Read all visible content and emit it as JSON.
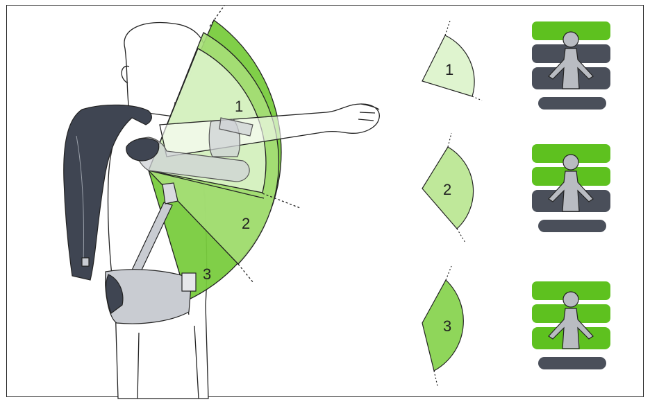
{
  "figure": {
    "zones": [
      {
        "label": "1",
        "fill": "#dff4cf",
        "level_icon_highlight_bars": 1
      },
      {
        "label": "2",
        "fill": "#bfe89a",
        "level_icon_highlight_bars": 2
      },
      {
        "label": "3",
        "fill": "#8fd65a",
        "level_icon_highlight_bars": 3
      }
    ],
    "colors": {
      "highlight": "#5ec11f",
      "dark_bar": "#4a4f5a",
      "body_icon": "#b9bcc2",
      "outline": "#222222",
      "device_dark": "#3f4552",
      "device_light": "#c9ccd2"
    }
  }
}
